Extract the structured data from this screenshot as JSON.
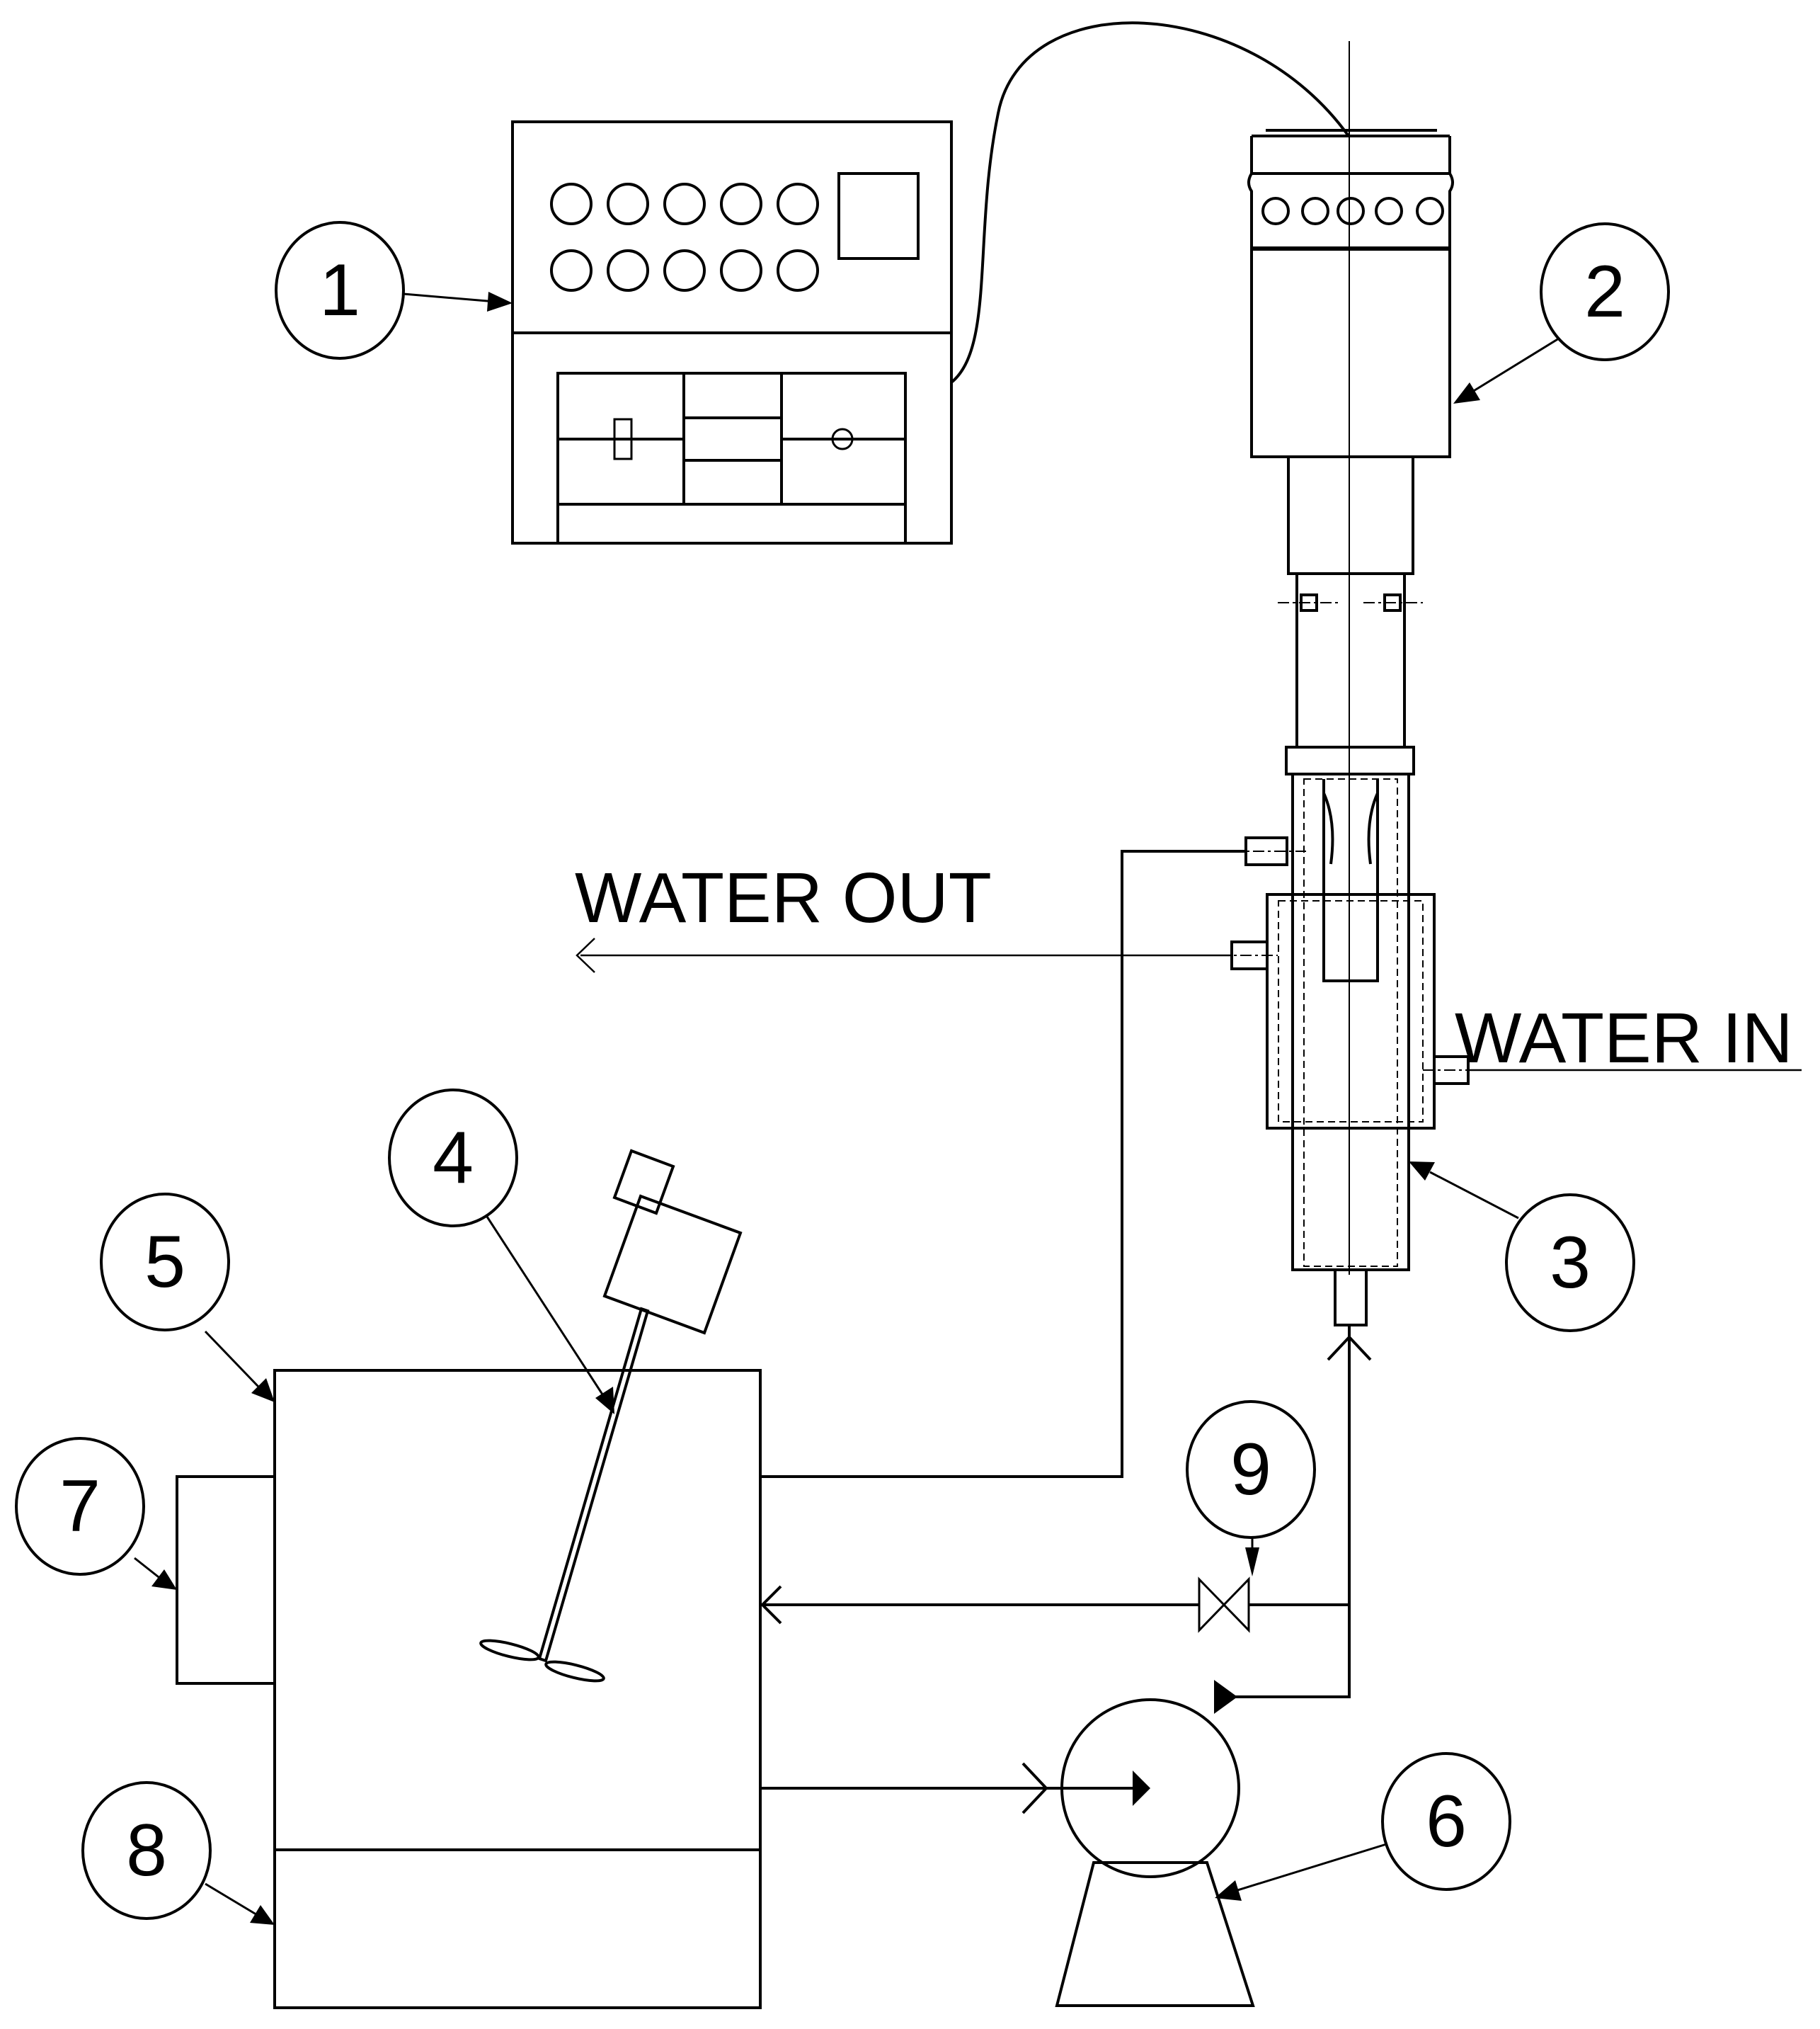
{
  "callouts": [
    {
      "num": "1",
      "target": "control-box"
    },
    {
      "num": "2",
      "target": "transducer"
    },
    {
      "num": "3",
      "target": "jacketed-reactor"
    },
    {
      "num": "4",
      "target": "stirrer"
    },
    {
      "num": "5",
      "target": "tank"
    },
    {
      "num": "6",
      "target": "pump"
    },
    {
      "num": "7",
      "target": "side-unit"
    },
    {
      "num": "8",
      "target": "tank-base"
    },
    {
      "num": "9",
      "target": "valve"
    }
  ],
  "flow_labels": {
    "water_out": "WATER OUT",
    "water_in": "WATER IN"
  },
  "style": {
    "line_color": "#000000",
    "background": "#ffffff"
  }
}
